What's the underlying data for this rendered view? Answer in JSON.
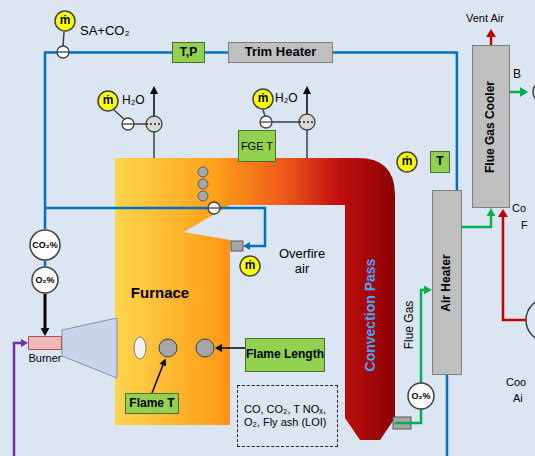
{
  "diagram": {
    "nodes": [
      {
        "text": [
          "ṁ"
        ]
      },
      {
        "text": [
          "T,P"
        ]
      },
      {
        "text": [
          "Trim Heater"
        ]
      },
      {
        "text": [
          "ṁ"
        ]
      },
      {
        "text": [
          "ṁ"
        ]
      },
      {
        "text": [
          "Flue Gas Cooler"
        ]
      },
      {
        "text": [
          "FGE T"
        ]
      },
      {
        "text": [
          "ṁ"
        ]
      },
      {
        "text": [
          "T"
        ]
      },
      {
        "text": [
          "Air Heater"
        ]
      },
      {
        "text": [
          "CO₂%"
        ]
      },
      {
        "text": [
          "O₂%"
        ]
      },
      {
        "text": [
          "Furnace"
        ]
      },
      {
        "text": [
          "ṁ"
        ]
      },
      {
        "text": [
          "Convection Pass"
        ]
      },
      {
        "text": [
          "Flame Length"
        ]
      },
      {
        "text": [
          "Burner"
        ]
      },
      {
        "text": [
          "Flame T"
        ]
      },
      {
        "text": [
          "CO, CO₂, T NOₓ, O₂, Fly ash (LOI)"
        ]
      },
      {
        "text": [
          "O₂%"
        ]
      }
    ],
    "edges": [
      {
        "from": 2,
        "to": 1,
        "arrow": "none"
      },
      {
        "from": 9,
        "to": 2,
        "arrow": "none"
      },
      {
        "from": 1,
        "to": 10,
        "arrow": "none"
      },
      {
        "from": 10,
        "to": 11,
        "arrow": "none"
      },
      {
        "from": 11,
        "to": 16,
        "arrow": "to"
      },
      {
        "from": 14,
        "to": 9,
        "arrow": "to"
      },
      {
        "from": 9,
        "to": 5,
        "arrow": "to"
      }
    ],
    "labels": [
      "SA+CO₂",
      "H₂O",
      "H₂O",
      "Vent Air",
      "B",
      "Co",
      "F",
      "Overfire air",
      "Flue Gas",
      "Coo",
      "Ai"
    ]
  }
}
